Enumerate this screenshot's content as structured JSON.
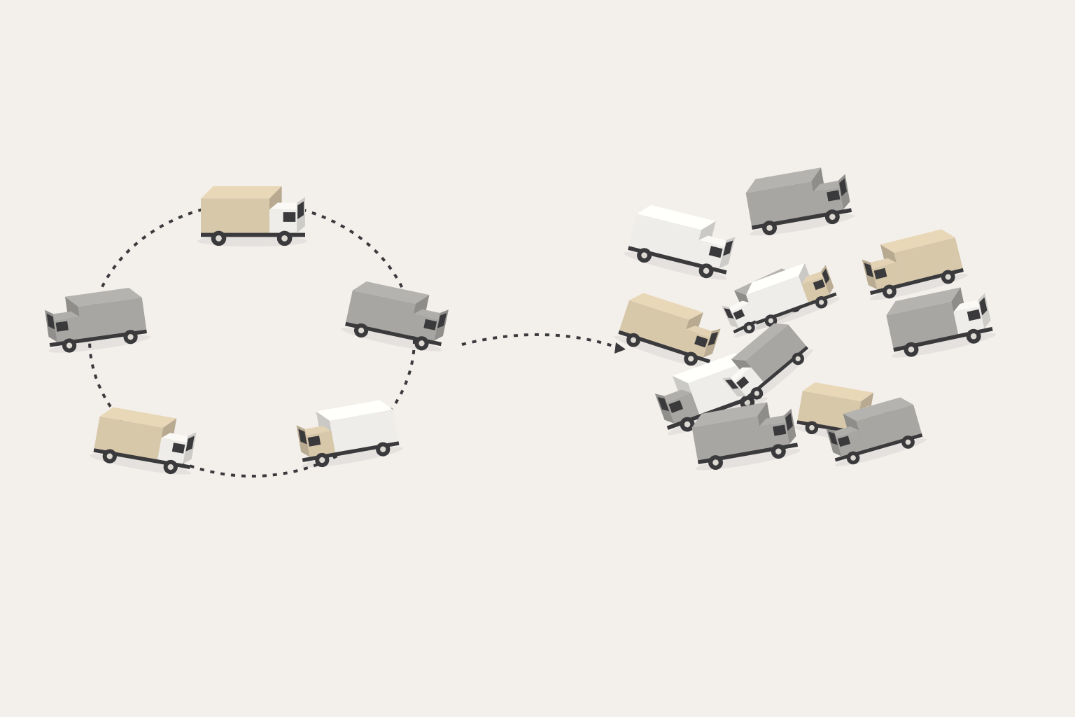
{
  "colors": {
    "background": "#f3f0ec",
    "tan": "#d8c8aa",
    "gray": "#a8a6a2",
    "white": "#efede9",
    "dark": "#3a3a3d",
    "dash": "#3a3a3d"
  },
  "ordered_fleet": {
    "trucks": [
      {
        "cargo": "tan",
        "cab": "white"
      },
      {
        "cargo": "gray",
        "cab": "gray"
      },
      {
        "cargo": "gray",
        "cab": "gray"
      },
      {
        "cargo": "tan",
        "cab": "white"
      },
      {
        "cargo": "white",
        "cab": "tan"
      }
    ]
  },
  "jammed_fleet": {
    "trucks": [
      {
        "cargo": "white",
        "cab": "white"
      },
      {
        "cargo": "gray",
        "cab": "gray"
      },
      {
        "cargo": "tan",
        "cab": "tan"
      },
      {
        "cargo": "tan",
        "cab": "tan"
      },
      {
        "cargo": "gray",
        "cab": "white"
      },
      {
        "cargo": "gray",
        "cab": "white"
      },
      {
        "cargo": "white",
        "cab": "tan"
      },
      {
        "cargo": "white",
        "cab": "gray"
      },
      {
        "cargo": "tan",
        "cab": "tan"
      },
      {
        "cargo": "gray",
        "cab": "gray"
      },
      {
        "cargo": "gray",
        "cab": "gray"
      },
      {
        "cargo": "gray",
        "cab": "white"
      }
    ]
  }
}
